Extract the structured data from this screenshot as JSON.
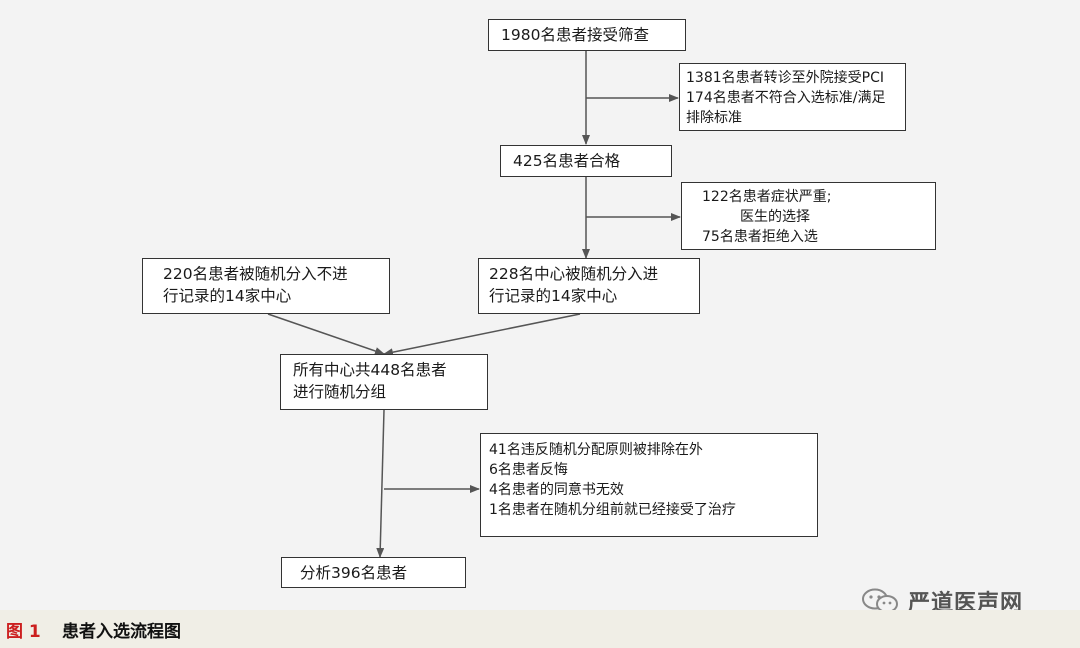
{
  "diagram": {
    "title": "患者入选流程图",
    "boxes": [
      {
        "id": "screened",
        "lines": [
          "1980名患者接受筛查"
        ]
      },
      {
        "id": "excluded-1",
        "lines": [
          "1381名患者转诊至外院接受PCI",
          "174名患者不符合入选标准/满足",
          "排除标准"
        ]
      },
      {
        "id": "eligible",
        "lines": [
          "425名患者合格"
        ]
      },
      {
        "id": "excluded-2",
        "lines": [
          "122名患者症状严重;",
          "医生的选择",
          "75名患者拒绝入选"
        ]
      },
      {
        "id": "no-registry",
        "lines": [
          "220名患者被随机分入不进",
          "行记录的14家中心"
        ]
      },
      {
        "id": "registry",
        "lines": [
          "228名中心被随机分入进",
          "行记录的14家中心"
        ]
      },
      {
        "id": "randomized",
        "lines": [
          "所有中心共448名患者",
          "进行随机分组"
        ]
      },
      {
        "id": "excluded-3",
        "lines": [
          "41名违反随机分配原则被排除在外",
          "6名患者反悔",
          "4名患者的同意书无效",
          "1名患者在随机分组前就已经接受了治疗"
        ]
      },
      {
        "id": "analyzed",
        "lines": [
          "分析396名患者"
        ]
      }
    ],
    "links": [
      {
        "from": "screened",
        "to": "eligible"
      },
      {
        "from": "screened",
        "to": "excluded-1"
      },
      {
        "from": "eligible",
        "to": "registry"
      },
      {
        "from": "eligible",
        "to": "excluded-2"
      },
      {
        "from": "no-registry",
        "to": "randomized"
      },
      {
        "from": "registry",
        "to": "randomized"
      },
      {
        "from": "randomized",
        "to": "analyzed"
      },
      {
        "from": "randomized",
        "to": "excluded-3"
      }
    ]
  },
  "caption": {
    "label": "图 1",
    "text": "患者入选流程图"
  },
  "watermark": {
    "text": "严道医声网",
    "icon": "wechat-icon"
  },
  "colors": {
    "line": "#555555",
    "box_border": "#333333",
    "caption_label": "#cc1f1f",
    "caption_bg": "#f0eee6"
  }
}
